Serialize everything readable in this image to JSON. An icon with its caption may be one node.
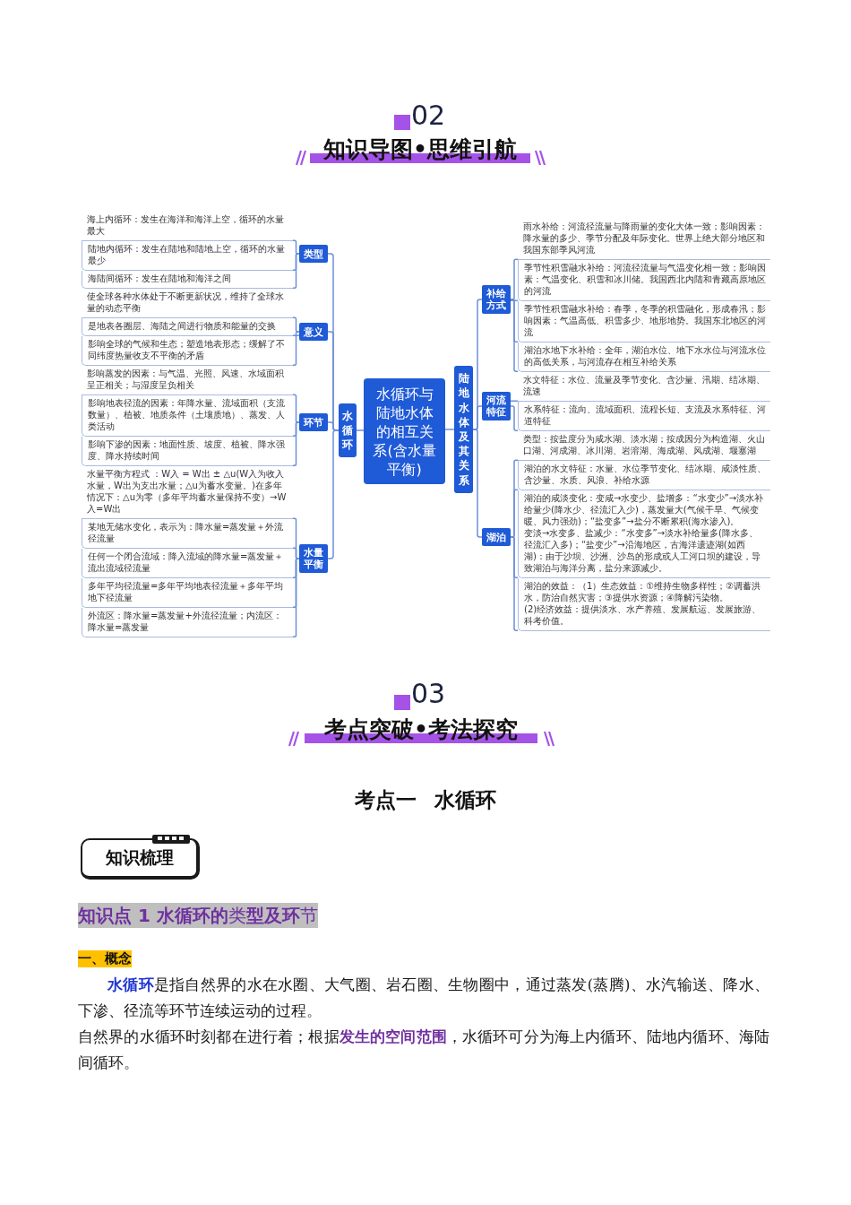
{
  "diagram": {
    "nodes": [
      {
        "text": [
          "水循环与陆地水体的相互关系(含水量平衡)"
        ]
      },
      {
        "text": [
          "水循环"
        ]
      },
      {
        "text": [
          "类型"
        ]
      },
      {
        "text": [
          "海上内循环：发生在海洋和海洋上空，循环的水量最大"
        ]
      },
      {
        "text": [
          "陆地内循环：发生在陆地和陆地上空，循环的水量最少"
        ]
      },
      {
        "text": [
          "海陆间循环：发生在陆地和海洋之间"
        ]
      },
      {
        "text": [
          "意义"
        ]
      },
      {
        "text": [
          "使全球各种水体处于不断更新状况，维持了全球水量的动态平衡"
        ]
      },
      {
        "text": [
          "是地表各圈层、海陆之间进行物质和能量的交换"
        ]
      },
      {
        "text": [
          "影响全球的气候和生态；塑造地表形态；缓解了不同纬度热量收支不平衡的矛盾"
        ]
      },
      {
        "text": [
          "环节"
        ]
      },
      {
        "text": [
          "影响蒸发的因素：与气温、光照、风速、水域面积呈正相关；与湿度呈负相关"
        ]
      },
      {
        "text": [
          "影响地表径流的因素：年降水量、流域面积（支流数量）、植被、地质条件（土壤质地）、蒸发、人类活动"
        ]
      },
      {
        "text": [
          "影响下渗的因素：地面性质、坡度、植被、降水强度、降水持续时间"
        ]
      },
      {
        "text": [
          "水量平衡"
        ]
      },
      {
        "text": [
          "水量平衡方程式 ：W入 = W出 ± △u(W入为收入水量，W出为支出水量；△u为蓄水变量。)在多年情况下：△u为零（多年平均蓄水量保持不变）→W入=W出"
        ]
      },
      {
        "text": [
          "某地无储水变化，表示为：降水量=蒸发量＋外流径流量"
        ]
      },
      {
        "text": [
          "任何一个闭合流域：降入流域的降水量=蒸发量＋流出流域径流量"
        ]
      },
      {
        "text": [
          "多年平均径流量=多年平均地表径流量＋多年平均地下径流量"
        ]
      },
      {
        "text": [
          "外流区：降水量=蒸发量+外流径流量；内流区：降水量=蒸发量"
        ]
      },
      {
        "text": [
          "陆地水体及其关系"
        ]
      },
      {
        "text": [
          "补给方式"
        ]
      },
      {
        "text": [
          "雨水补给：河流径流量与降雨量的变化大体一致；影响因素：降水量的多少、季节分配及年际变化。世界上绝大部分地区和我国东部季风河流"
        ]
      },
      {
        "text": [
          "季节性积雪融水补给：河流径流量与气温变化相一致；影响因素：气温变化、积雪和冰川储。我国西北内陆和青藏高原地区的河流"
        ]
      },
      {
        "text": [
          "季节性积雪融水补给：春季，冬季的积雪融化，形成春汛；影响因素：气温高低、积雪多少、地形地势。我国东北地区的河流"
        ]
      },
      {
        "text": [
          "湖泊水地下水补给：全年，湖泊水位、地下水水位与河流水位的高低关系，与河流存在相互补给关系"
        ]
      },
      {
        "text": [
          "河流特征"
        ]
      },
      {
        "text": [
          "水文特征：水位、流量及季节变化、含沙量、汛期、结冰期、流速"
        ]
      },
      {
        "text": [
          "水系特征：流向、流域面积、流程长短、支流及水系特征、河道特征"
        ]
      },
      {
        "text": [
          "湖泊"
        ]
      },
      {
        "text": [
          "类型：按盐度分为咸水湖、淡水湖；按成因分为构造湖、火山口湖、河成湖、冰川湖、岩溶湖、海成湖、风成湖、堰塞湖"
        ]
      },
      {
        "text": [
          "湖泊的水文特征：水量、水位季节变化、结冰期、咸淡性质、含沙量、水质、风浪、补给水源"
        ]
      },
      {
        "text": [
          "湖泊的咸淡变化：变咸→水变少、盐增多：“水变少”→淡水补给量少(降水少、径流汇入少)，蒸发量大(气候干旱、气候变暖、风力强劲)；“盐变多”→盐分不断累积(海水渗入)。",
          "变淡→水变多、盐减少：“水变多”→淡水补给量多(降水多、径流汇入多)；“盐变少”→沿海地区，古海洋遗迹湖(如西湖)：由于沙坝、沙洲、沙岛的形成或人工河口坝的建设，导致湖泊与海洋分离，盐分来源减少。"
        ]
      },
      {
        "text": [
          "湖泊的效益：（1）生态效益：①维持生物多样性；②调蓄洪水，防治自然灾害；③提供水资源；④降解污染物。",
          "(2)经济效益：提供淡水、水产养殖、发展航运、发展旅游、科考价值。"
        ]
      }
    ],
    "edges": [
      {
        "from": 0,
        "to": 1,
        "arrow": "none"
      },
      {
        "from": 0,
        "to": 20,
        "arrow": "none"
      },
      {
        "from": 1,
        "to": 2,
        "arrow": "none"
      },
      {
        "from": 1,
        "to": 6,
        "arrow": "none"
      },
      {
        "from": 1,
        "to": 10,
        "arrow": "none"
      },
      {
        "from": 1,
        "to": 14,
        "arrow": "none"
      },
      {
        "from": 2,
        "to": 3,
        "arrow": "none"
      },
      {
        "from": 2,
        "to": 4,
        "arrow": "none"
      },
      {
        "from": 2,
        "to": 5,
        "arrow": "none"
      },
      {
        "from": 6,
        "to": 7,
        "arrow": "none"
      },
      {
        "from": 6,
        "to": 8,
        "arrow": "none"
      },
      {
        "from": 6,
        "to": 9,
        "arrow": "none"
      },
      {
        "from": 10,
        "to": 11,
        "arrow": "none"
      },
      {
        "from": 10,
        "to": 12,
        "arrow": "none"
      },
      {
        "from": 10,
        "to": 13,
        "arrow": "none"
      },
      {
        "from": 14,
        "to": 15,
        "arrow": "none"
      },
      {
        "from": 14,
        "to": 16,
        "arrow": "none"
      },
      {
        "from": 14,
        "to": 17,
        "arrow": "none"
      },
      {
        "from": 14,
        "to": 18,
        "arrow": "none"
      },
      {
        "from": 14,
        "to": 19,
        "arrow": "none"
      },
      {
        "from": 20,
        "to": 21,
        "arrow": "none"
      },
      {
        "from": 20,
        "to": 26,
        "arrow": "none"
      },
      {
        "from": 20,
        "to": 29,
        "arrow": "none"
      },
      {
        "from": 21,
        "to": 22,
        "arrow": "none"
      },
      {
        "from": 21,
        "to": 23,
        "arrow": "none"
      },
      {
        "from": 21,
        "to": 24,
        "arrow": "none"
      },
      {
        "from": 21,
        "to": 25,
        "arrow": "none"
      },
      {
        "from": 26,
        "to": 27,
        "arrow": "none"
      },
      {
        "from": 26,
        "to": 28,
        "arrow": "none"
      },
      {
        "from": 29,
        "to": 30,
        "arrow": "none"
      },
      {
        "from": 29,
        "to": 31,
        "arrow": "none"
      },
      {
        "from": 29,
        "to": 32,
        "arrow": "none"
      },
      {
        "from": 29,
        "to": 33,
        "arrow": "none"
      }
    ],
    "labels": [
      "02",
      "知识导图•思维引航",
      "03",
      "考点突破•考法探究",
      "考点一 水循环",
      "知识梳理",
      "**知识点 1 水循环的**类**型及环**节",
      "一、概念",
      "**水循环**是指自然界的水在水圈、大气圈、岩石圈、生物圈中，通过蒸发(蒸腾)、水汽输送、降水、下渗、径流等环节连续运动的过程。",
      "自然界的水循环时刻都在进行着；根据**发生的空间范围**，水循环可分为海上内循环、陆地内循环、海陆间循环。"
    ]
  }
}
